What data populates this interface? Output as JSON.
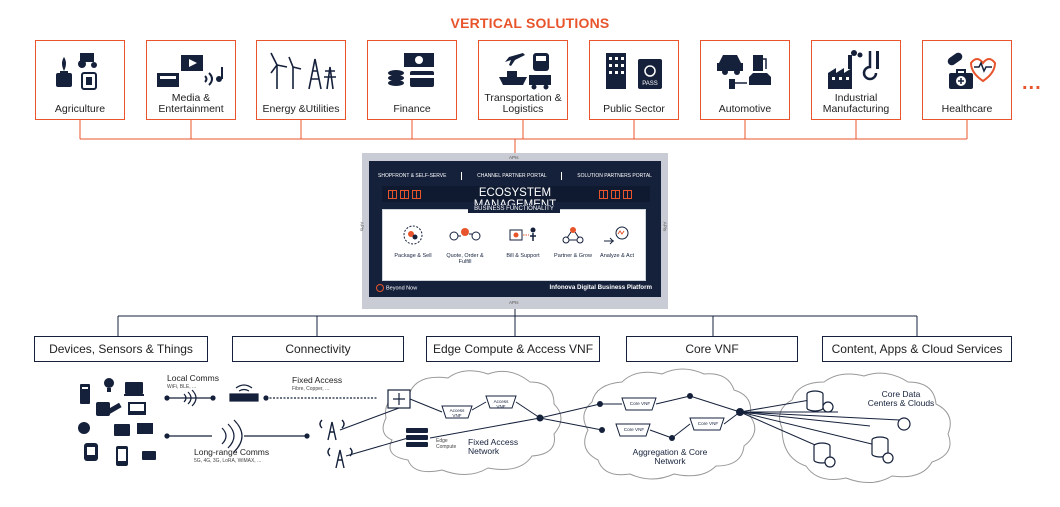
{
  "title": "VERTICAL SOLUTIONS",
  "more_indicator": "...",
  "verticals": [
    {
      "label": "Agriculture",
      "icon": "agriculture-icon"
    },
    {
      "label": "Media & Entertainment",
      "icon": "media-icon"
    },
    {
      "label": "Energy &Utilities",
      "icon": "energy-icon"
    },
    {
      "label": "Finance",
      "icon": "finance-icon"
    },
    {
      "label": "Transportation & Logistics",
      "icon": "transportation-icon"
    },
    {
      "label": "Public Sector",
      "icon": "public-sector-icon"
    },
    {
      "label": "Automotive",
      "icon": "automotive-icon"
    },
    {
      "label": "Industrial Manufacturing",
      "icon": "industrial-icon"
    },
    {
      "label": "Healthcare",
      "icon": "healthcare-icon"
    }
  ],
  "platform": {
    "apis_label": "APIs",
    "portals": [
      "SHOPFRONT & SELF-SERVE",
      "CHANNEL PARTNER PORTAL",
      "SOLUTION PARTNERS PORTAL"
    ],
    "title": "ECOSYSTEM MANAGEMENT",
    "business_functionality": "BUSINESS FUNCTIONALITY",
    "functions": [
      {
        "label": "Package & Sell"
      },
      {
        "label": "Quote, Order & Fulfill"
      },
      {
        "label": "Bill & Support"
      },
      {
        "label": "Partner & Grow"
      },
      {
        "label": "Analyze & Act"
      }
    ],
    "brand": "Beyond Now",
    "name": "Infonova Digital Business Platform"
  },
  "layers": [
    "Devices, Sensors & Things",
    "Connectivity",
    "Edge Compute & Access VNF",
    "Core VNF",
    "Content, Apps & Cloud Services"
  ],
  "network": {
    "local_comms": "Local Comms",
    "local_comms_sub": "WiFi, BLE, ...",
    "fixed_access": "Fixed Access",
    "fixed_access_sub": "Fibre, Copper, ...",
    "long_range_comms": "Long-range Comms",
    "long_range_sub": "5G, 4G, 3G, LoRA, WiMAX, ...",
    "access_vnf": "Access VNF",
    "edge_compute": "Edge Compute",
    "fixed_access_network": "Fixed Access Network",
    "core_vnf": "Core VNF",
    "aggregation_core": "Aggregation & Core Network",
    "core_data_centers": "Core Data Centers & Clouds"
  },
  "colors": {
    "accent": "#e8542b",
    "navy": "#15213b",
    "line": "#15213b"
  }
}
